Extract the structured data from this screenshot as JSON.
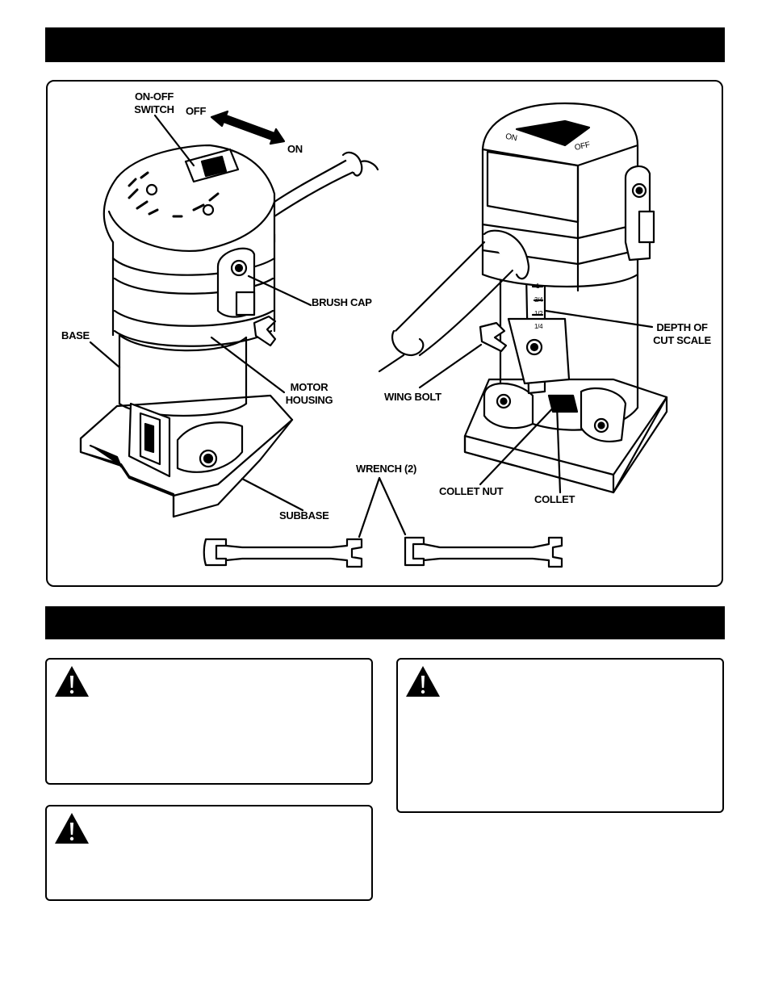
{
  "labels": {
    "on_off_switch": "ON-OFF\nSWITCH",
    "off": "OFF",
    "on": "ON",
    "brush_cap": "BRUSH CAP",
    "base": "BASE",
    "motor_housing": "MOTOR\nHOUSING",
    "subbase": "SUBBASE",
    "wing_bolt": "WING BOLT",
    "wrench": "WRENCH (2)",
    "collet_nut": "COLLET NUT",
    "collet": "COLLET",
    "depth_of_cut_scale": "DEPTH OF\nCUT SCALE"
  },
  "switch_marks": {
    "on": "ON",
    "off": "OFF"
  },
  "scale_marks": [
    "1",
    "3/4",
    "1/2",
    "1/4"
  ],
  "warning_icon": "warning-triangle-icon",
  "colors": {
    "ink": "#000000",
    "paper": "#ffffff"
  }
}
